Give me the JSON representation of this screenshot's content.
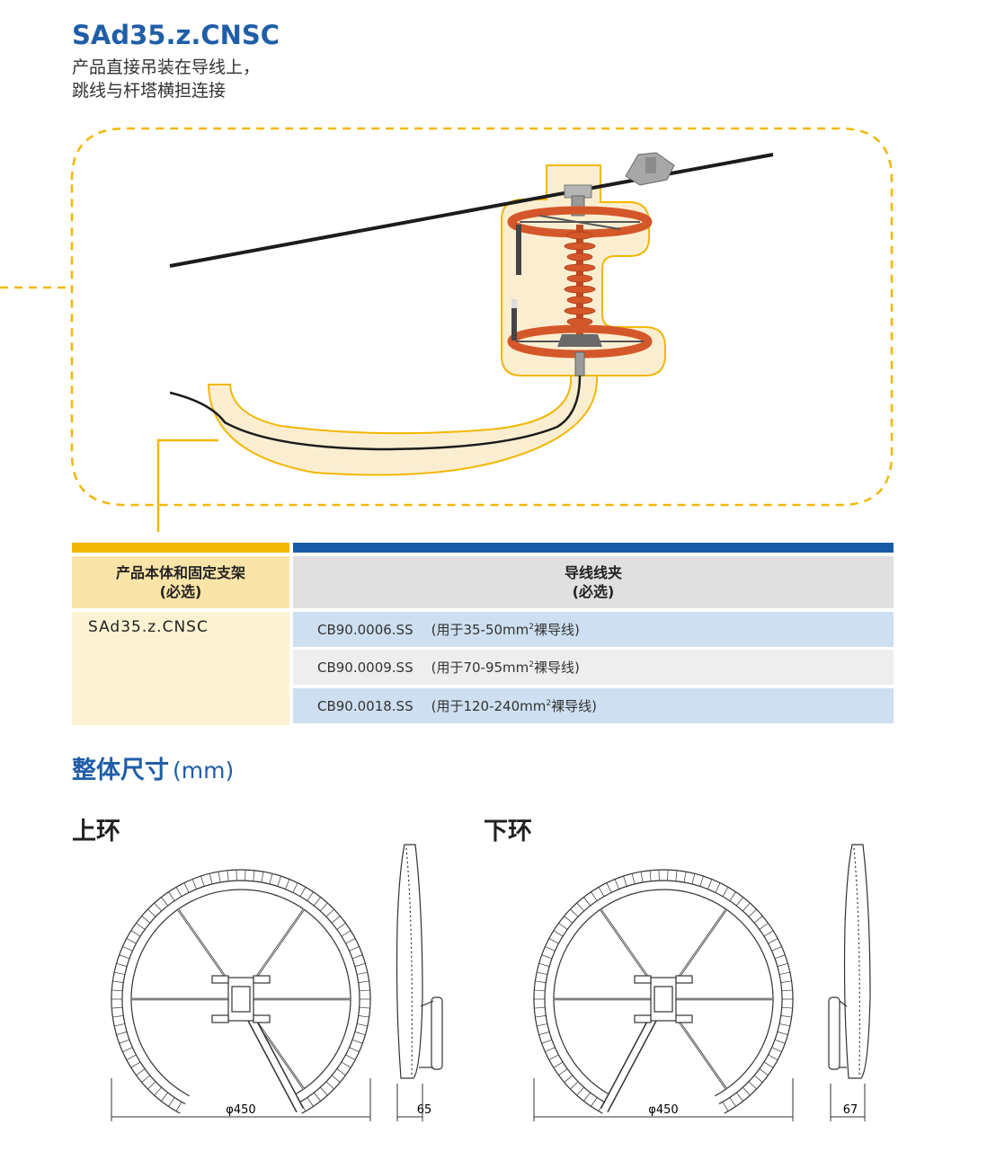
{
  "header": {
    "title": "SAd35.z.CNSC",
    "subtitle_line1": "产品直接吊装在导线上，",
    "subtitle_line2": "跳线与杆塔横担连接"
  },
  "colors": {
    "brand_blue": "#1f5ea8",
    "accent_yellow": "#f2b705",
    "insulator_orange": "#d4572a"
  },
  "table": {
    "left_header_line1": "产品本体和固定支架",
    "left_header_line2": "(必选)",
    "right_header_line1": "导线线夹",
    "right_header_line2": "(必选)",
    "left_value": "SAd35.z.CNSC",
    "rows": [
      {
        "code": "CB90.0006.SS",
        "use_pre": "(用于35-50mm",
        "sup": "2",
        "use_post": "裸导线)"
      },
      {
        "code": "CB90.0009.SS",
        "use_pre": "(用于70-95mm",
        "sup": "2",
        "use_post": "裸导线)"
      },
      {
        "code": "CB90.0018.SS",
        "use_pre": "(用于120-240mm",
        "sup": "2",
        "use_post": "裸导线)"
      }
    ]
  },
  "dimensions": {
    "title": "整体尺寸",
    "unit": "(mm)",
    "upper": {
      "title": "上环",
      "diameter": "φ450",
      "thickness": "65"
    },
    "lower": {
      "title": "下环",
      "diameter": "φ450",
      "thickness": "67"
    }
  }
}
